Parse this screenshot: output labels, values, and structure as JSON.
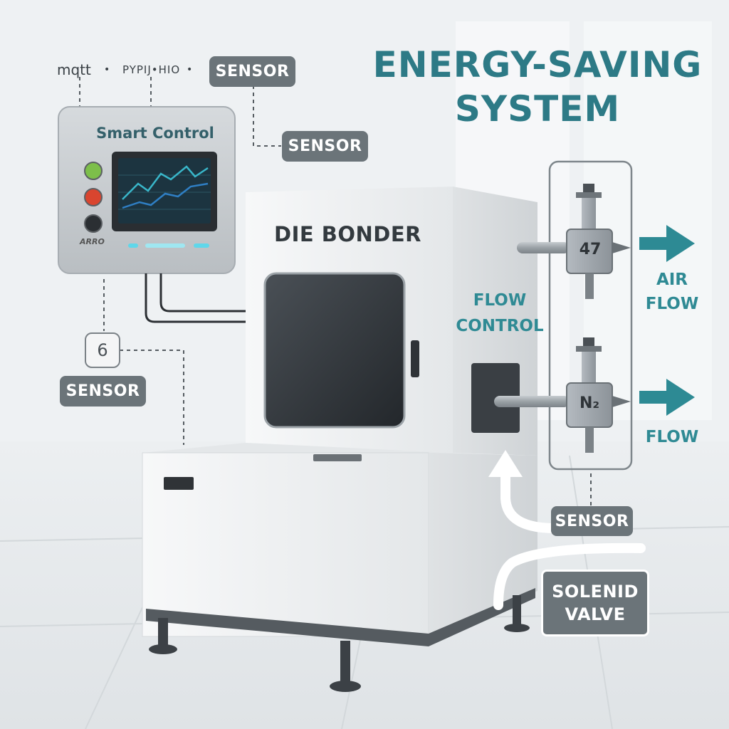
{
  "title": {
    "line1": "ENERGY-SAVING",
    "line2": "SYSTEM"
  },
  "top_labels": {
    "protocol_left": "mqtt",
    "protocol_right": "PYPIJ•HIO"
  },
  "control_panel": {
    "title": "Smart Control",
    "brand": "ARRO"
  },
  "machine": {
    "label": "DIE BONDER"
  },
  "flow_control": {
    "line1": "FLOW",
    "line2": "CONTROL"
  },
  "valves": {
    "air_valve_label": "47",
    "n2_valve_label": "N₂"
  },
  "flow_labels": {
    "air_line1": "AIR",
    "air_line2": "FLOW",
    "n2": "FLOW"
  },
  "sensors": {
    "top": "SENSOR",
    "mid": "SENSOR",
    "left": "SENSOR",
    "bottom": "SENSOR",
    "small_icon_glyph": "6"
  },
  "solenoid": {
    "line1": "SOLENID",
    "line2": "VALVE"
  },
  "colors": {
    "accent_teal": "#2d8a94",
    "tag_gray": "#6b7479",
    "indicator_green": "#7dbf4a",
    "indicator_red": "#d9452f",
    "indicator_dark": "#2b2f33"
  }
}
